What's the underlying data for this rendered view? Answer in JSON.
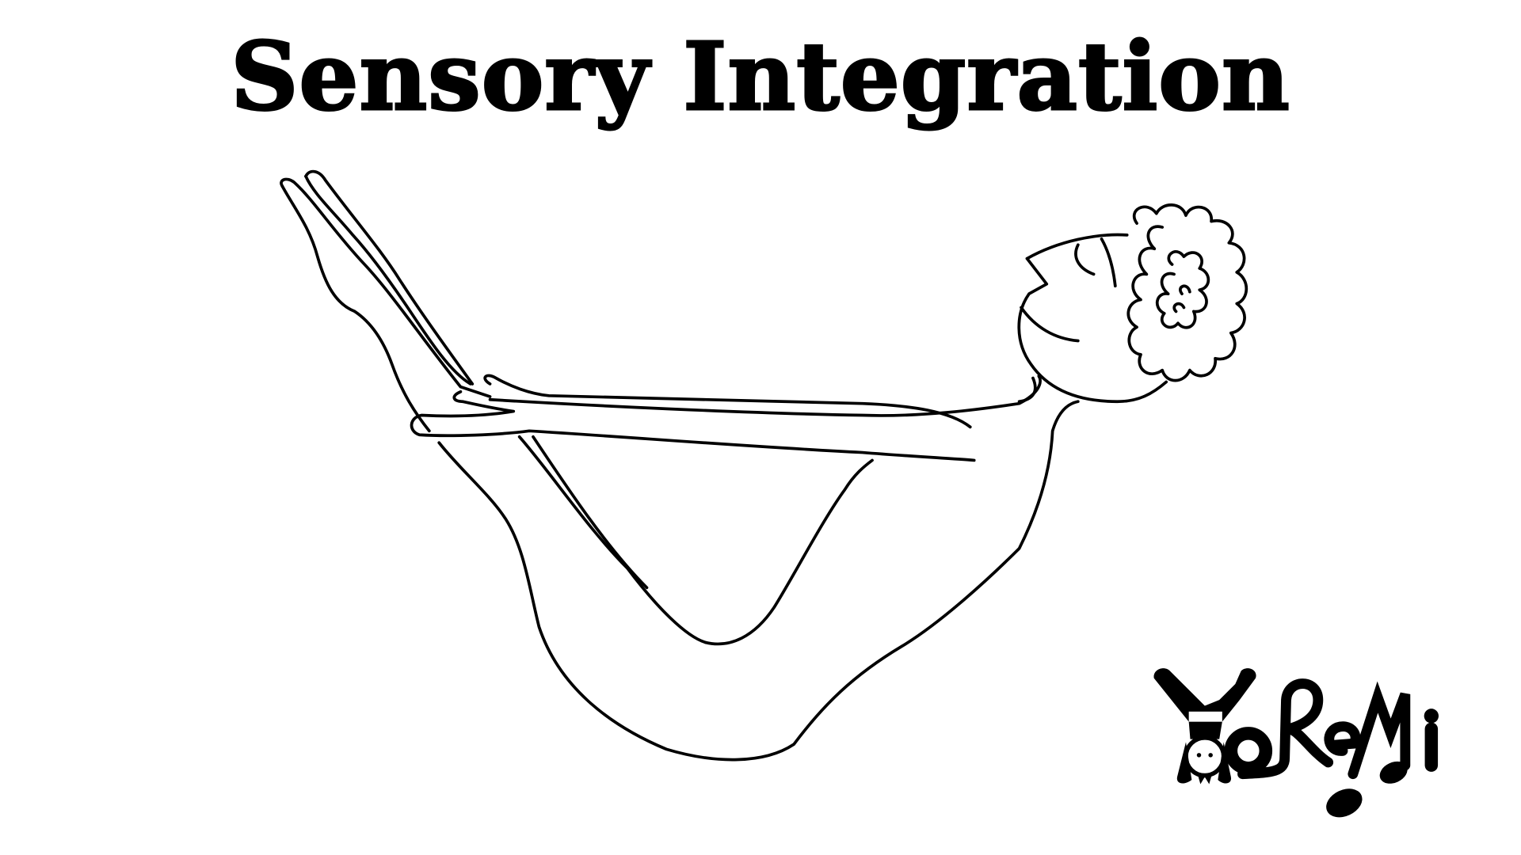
{
  "title": "Sensory Integration",
  "illustration": {
    "subject": "child-in-boat-pose",
    "stroke_color": "#000000",
    "background_color": "#ffffff"
  },
  "logo": {
    "text": "YoReMi",
    "icon": "handstand-child-icon",
    "color": "#000000"
  }
}
